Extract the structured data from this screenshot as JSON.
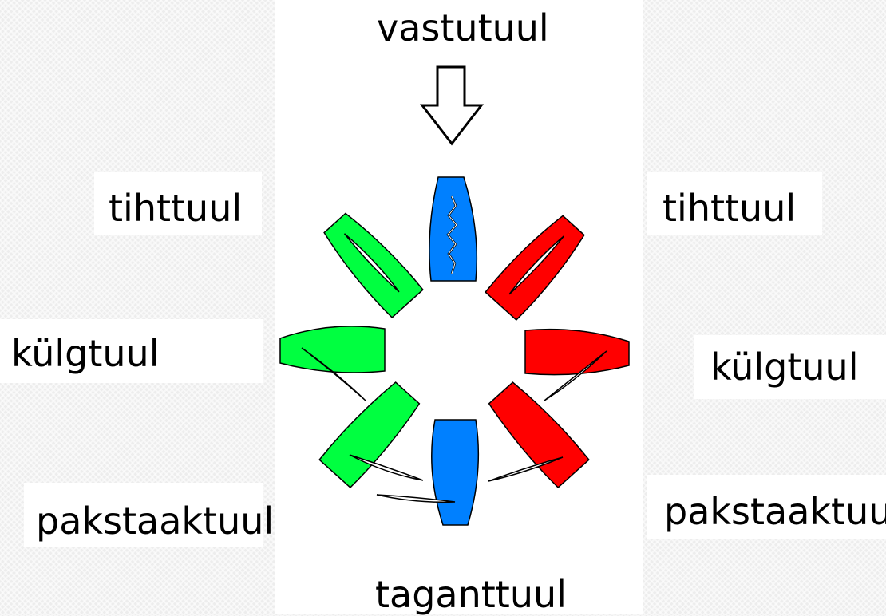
{
  "labels": {
    "headwind": "vastutuul",
    "close_hauled_left": "tihttuul",
    "close_hauled_right": "tihttuul",
    "beam_reach_left": "külgtuul",
    "beam_reach_right": "külgtuul",
    "broad_reach_left": "pakstaaktuul",
    "broad_reach_right": "pakstaaktuul",
    "downwind": "taganttuul"
  },
  "colors": {
    "headwind_boat": "#0080ff",
    "port_tack": "#00ff40",
    "starboard_tack": "#ff0000",
    "outline": "#000000",
    "sail": "#ffffff"
  }
}
